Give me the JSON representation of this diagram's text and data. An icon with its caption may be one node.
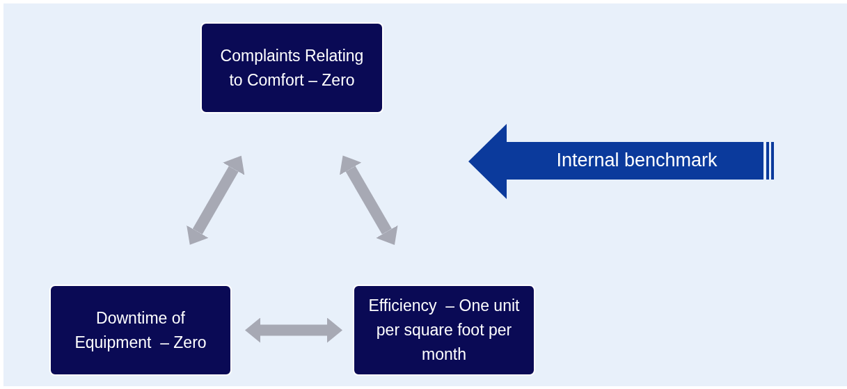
{
  "diagram": {
    "nodes": [
      {
        "text": [
          "Complaints Relating to Comfort – Zero"
        ]
      },
      {
        "text": [
          "Downtime of Equipment  – Zero"
        ]
      },
      {
        "text": [
          "Efficiency  – One unit per square foot per month"
        ]
      },
      {
        "text": [
          "Internal benchmark"
        ]
      }
    ],
    "edges": [
      {
        "from": 0,
        "to": 1,
        "arrow": "both"
      },
      {
        "from": 0,
        "to": 2,
        "arrow": "both"
      },
      {
        "from": 1,
        "to": 2,
        "arrow": "both"
      }
    ]
  }
}
